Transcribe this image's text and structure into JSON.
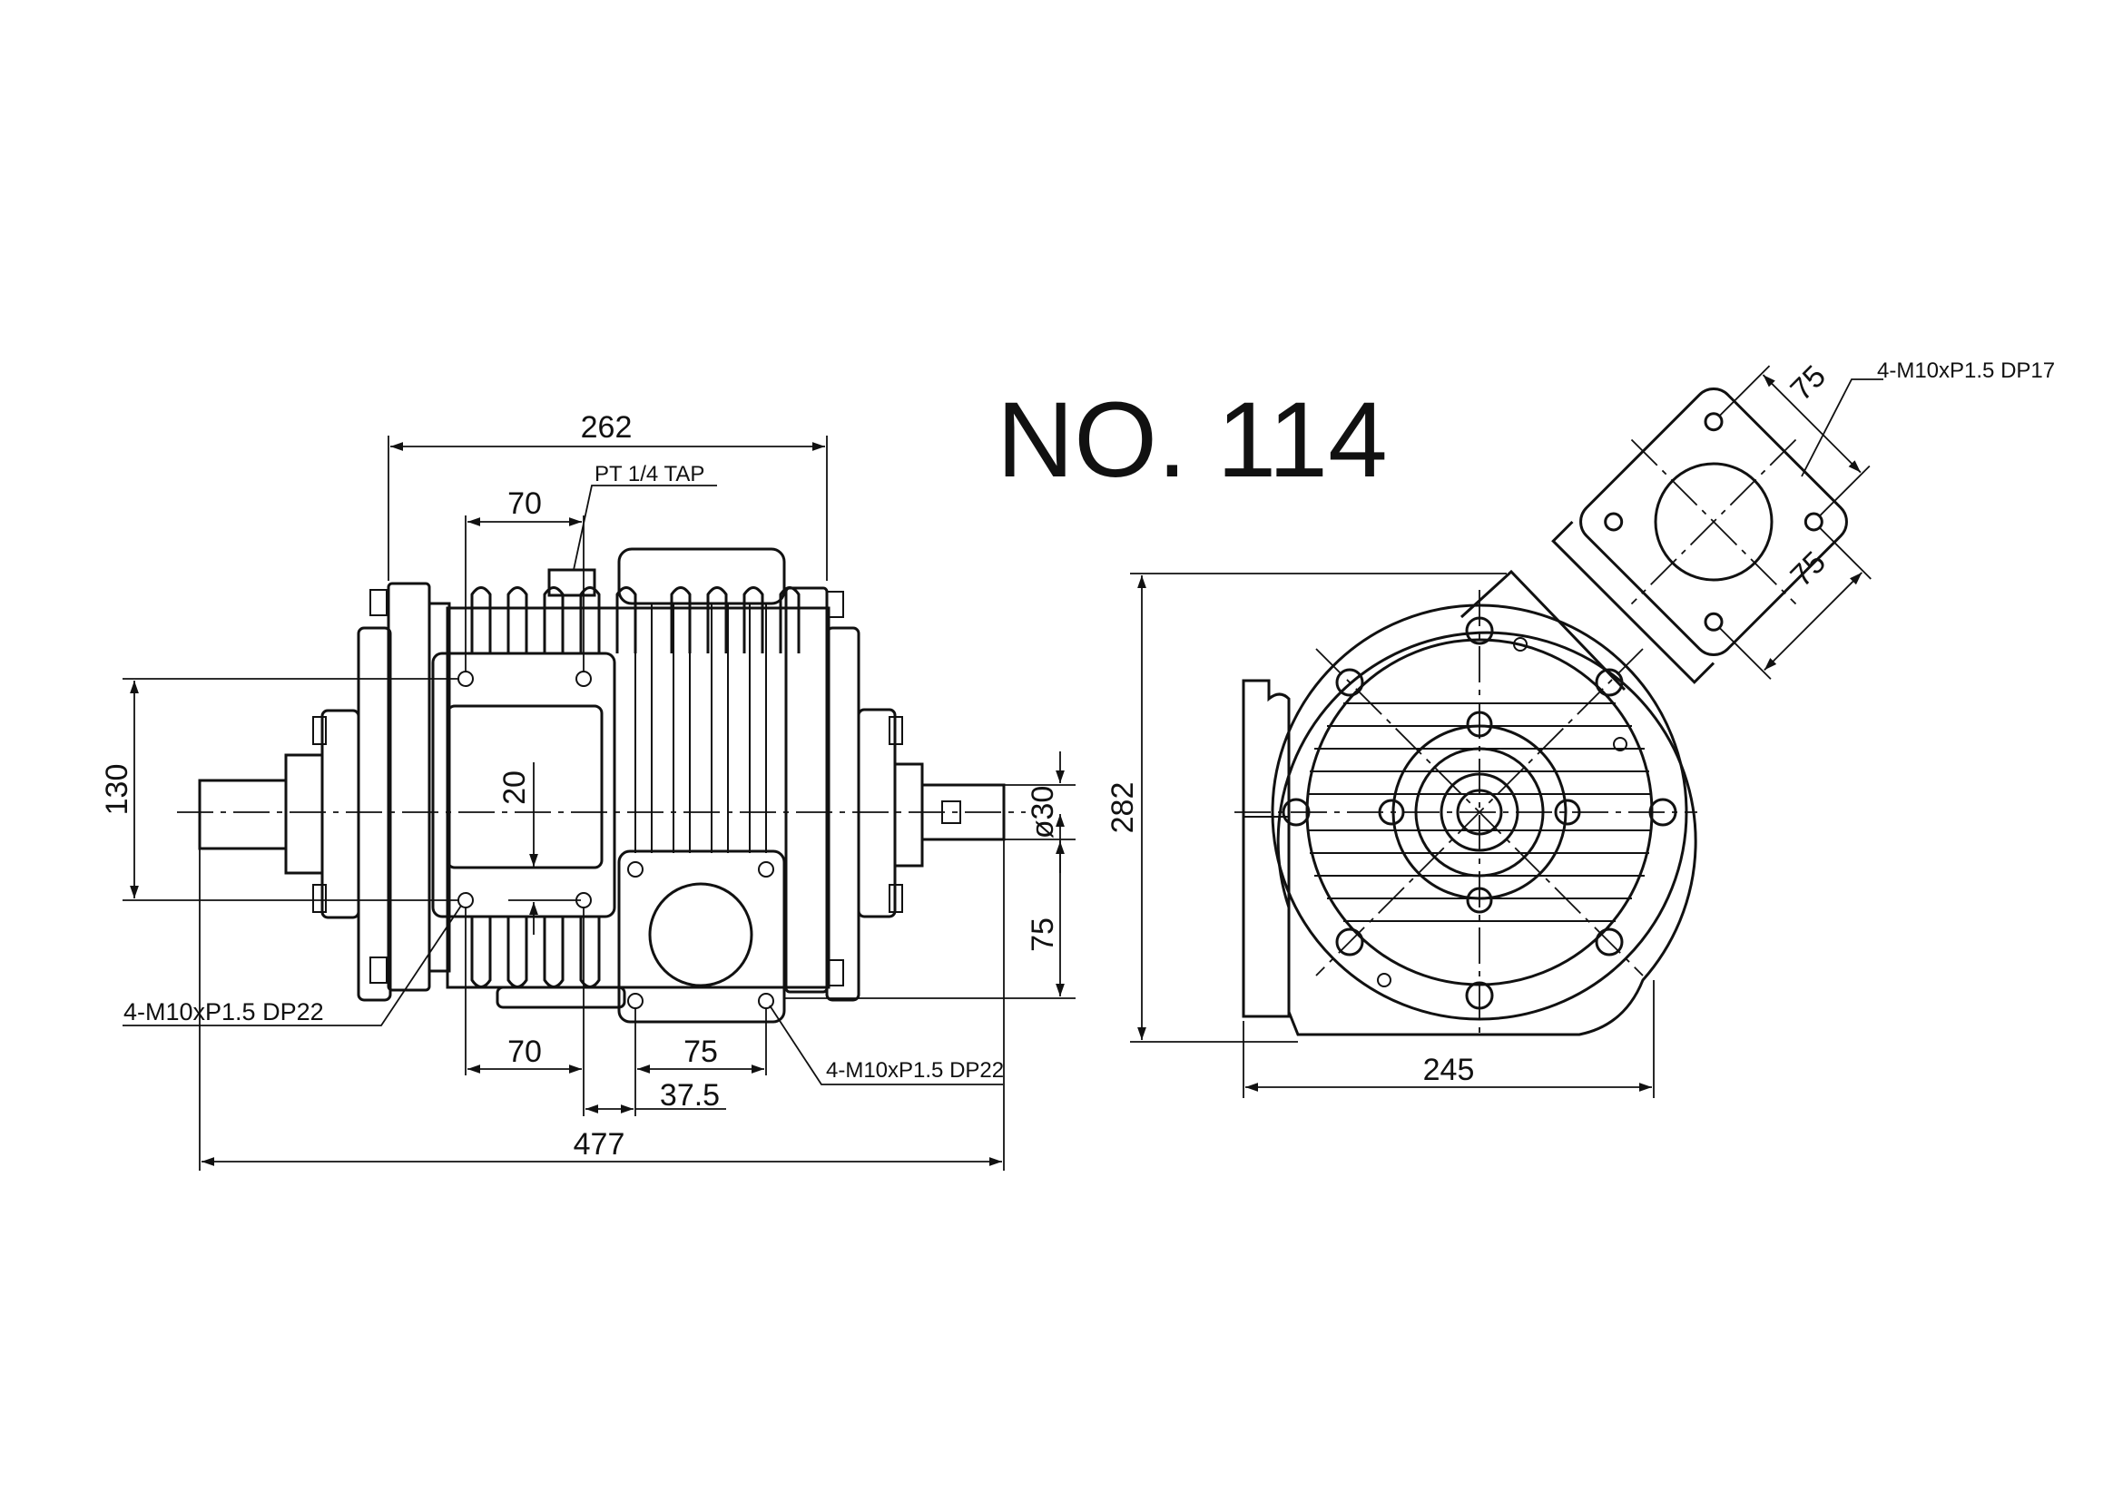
{
  "title": "NO. 114",
  "dimensions": {
    "total_length": "477",
    "body_length": "262",
    "top_port_pitch": "70",
    "bottom_port_pitch": "70",
    "height_130": "130",
    "offset_20": "20",
    "flange_pitch": "75",
    "half_pitch": "37.5",
    "shaft_diameter": "ø30",
    "shaft_to_flange": "75",
    "end_height": "282",
    "end_width": "245",
    "flange_side_a": "75",
    "flange_side_b": "75"
  },
  "notes": {
    "tap": "PT 1/4 TAP",
    "thread_left": "4-M10xP1.5 DP22",
    "thread_mid": "4-M10xP1.5 DP22",
    "thread_flange": "4-M10xP1.5 DP17"
  }
}
